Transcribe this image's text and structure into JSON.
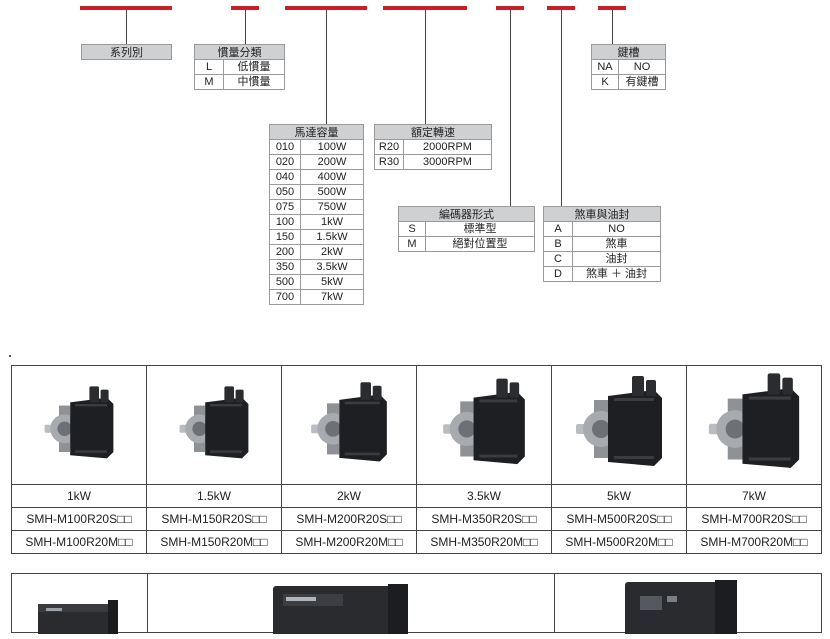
{
  "series_table": {
    "title": "系列別"
  },
  "inertia_table": {
    "title": "慣量分類",
    "rows": [
      [
        "L",
        "低慣量"
      ],
      [
        "M",
        "中慣量"
      ]
    ]
  },
  "capacity_table": {
    "title": "馬達容量",
    "rows": [
      [
        "010",
        "100W"
      ],
      [
        "020",
        "200W"
      ],
      [
        "040",
        "400W"
      ],
      [
        "050",
        "500W"
      ],
      [
        "075",
        "750W"
      ],
      [
        "100",
        "1kW"
      ],
      [
        "150",
        "1.5kW"
      ],
      [
        "200",
        "2kW"
      ],
      [
        "350",
        "3.5kW"
      ],
      [
        "500",
        "5kW"
      ],
      [
        "700",
        "7kW"
      ]
    ]
  },
  "speed_table": {
    "title": "額定轉速",
    "rows": [
      [
        "R20",
        "2000RPM"
      ],
      [
        "R30",
        "3000RPM"
      ]
    ]
  },
  "encoder_table": {
    "title": "編碼器形式",
    "rows": [
      [
        "S",
        "標準型"
      ],
      [
        "M",
        "絕對位置型"
      ]
    ]
  },
  "brake_table": {
    "title": "煞車與油封",
    "rows": [
      [
        "A",
        "NO"
      ],
      [
        "B",
        "煞車"
      ],
      [
        "C",
        "油封"
      ],
      [
        "D",
        "煞車 ＋ 油封"
      ]
    ]
  },
  "keyway_table": {
    "title": "鍵槽",
    "rows": [
      [
        "NA",
        "NO"
      ],
      [
        "K",
        "有鍵槽"
      ]
    ]
  },
  "motors": [
    {
      "power": "1kW",
      "model_s": "SMH-M100R20S□□",
      "model_m": "SMH-M100R20M□□"
    },
    {
      "power": "1.5kW",
      "model_s": "SMH-M150R20S□□",
      "model_m": "SMH-M150R20M□□"
    },
    {
      "power": "2kW",
      "model_s": "SMH-M200R20S□□",
      "model_m": "SMH-M200R20M□□"
    },
    {
      "power": "3.5kW",
      "model_s": "SMH-M350R20S□□",
      "model_m": "SMH-M350R20M□□"
    },
    {
      "power": "5kW",
      "model_s": "SMH-M500R20S□□",
      "model_m": "SMH-M500R20M□□"
    },
    {
      "power": "7kW",
      "model_s": "SMH-M700R20S□□",
      "model_m": "SMH-M700R20M□□"
    }
  ],
  "colors": {
    "accent_red": "#c8202a",
    "header_gray": "#cfd0d2",
    "motor_body": "#1e1f22"
  }
}
